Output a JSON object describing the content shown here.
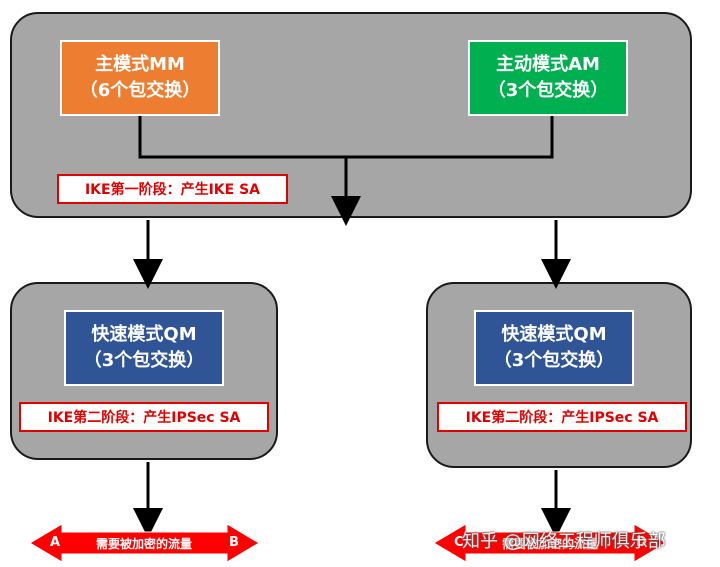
{
  "phase1": {
    "main_mode": {
      "line1": "主模式MM",
      "line2": "（6个包交换）"
    },
    "aggressive_mode": {
      "line1": "主动模式AM",
      "line2": "（3个包交换）"
    },
    "label": "IKE第一阶段：产生IKE SA"
  },
  "phase2_left": {
    "quick_mode": {
      "line1": "快速模式QM",
      "line2": "（3个包交换）"
    },
    "label": "IKE第二阶段：产生IPSec SA"
  },
  "phase2_right": {
    "quick_mode": {
      "line1": "快速模式QM",
      "line2": "（3个包交换）"
    },
    "label": "IKE第二阶段：产生IPSec SA"
  },
  "traffic_left": {
    "text": "需要被加密的流量",
    "end_a": "A",
    "end_b": "B"
  },
  "traffic_right": {
    "text": "需要被加密的流量",
    "end_a": "C",
    "end_b": "D"
  },
  "watermark": "知乎 @网络工程师俱乐部",
  "colors": {
    "panel": "#a6a6a6",
    "main_mode": "#ed7d31",
    "aggressive_mode": "#00b050",
    "quick_mode": "#2f5597",
    "label_border": "#e00000",
    "traffic_arrow": "#ff0000"
  }
}
